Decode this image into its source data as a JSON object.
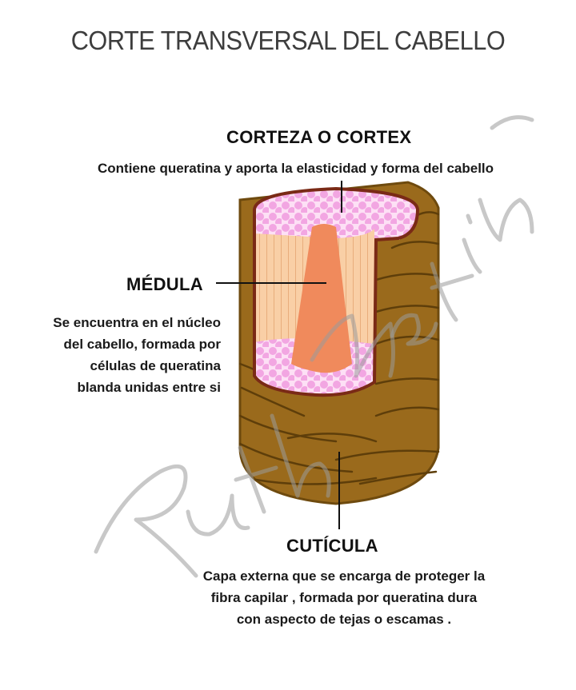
{
  "title": "CORTE TRANSVERSAL DEL CABELLO",
  "corteza": {
    "heading": "CORTEZA O CORTEX",
    "lines": [
      "Contiene queratina y aporta la elasticidad y forma del cabello"
    ]
  },
  "medula": {
    "heading": "MÉDULA",
    "lines": [
      "Se encuentra en el núcleo",
      "del cabello, formada por",
      "células de queratina",
      "blanda unidas entre si"
    ]
  },
  "cuticula": {
    "heading": "CUTÍCULA",
    "lines": [
      "Capa externa que se encarga de proteger la",
      "fibra capilar , formada por queratina dura",
      "con aspecto de tejas o escamas ."
    ]
  },
  "watermark": "Ruth Martin",
  "colors": {
    "cuticle": "#9a6a1c",
    "cuticle_dark": "#6e4a0e",
    "cortex_fill": "#f9cfa6",
    "cortex_dots": "#f2a6e2",
    "medulla": "#f08a5c",
    "outline": "#7a2a16"
  }
}
